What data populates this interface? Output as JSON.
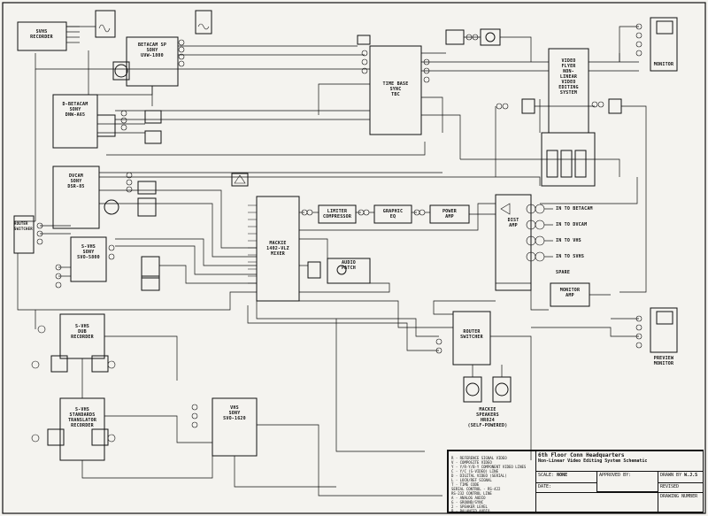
{
  "drawing": {
    "title_line1": "6th Floor Conn Headquarters",
    "title_line2": "Non-Linear Video Editing System  Schematic",
    "scale_label": "SCALE:",
    "scale_value": "NONE",
    "approved_label": "APPROVED BY:",
    "drawn_label": "DRAWN BY",
    "drawn_value": "W.J.S",
    "date_label": "DATE:",
    "revised_label": "REVISED",
    "drawing_number_label": "DRAWING NUMBER"
  },
  "legend": [
    "R - REFERENCE SIGNAL VIDEO",
    "V - COMPOSITE VIDEO",
    "Y - Y/R-Y/B-Y COMPONENT VIDEO LINES",
    "C - Y/C (S-VIDEO) LINE",
    "D - DIGITAL VIDEO (SERIAL)",
    "L - LOCK/REF SIGNAL",
    "T - TIME CODE",
    "SERIAL CONTROL - RS-422",
    "RS-232 CONTROL LINE",
    "A - ANALOG AUDIO",
    "G - GROUND/SYNC",
    "2 - SPEAKER LEVEL",
    "B - BALANCED AUDIO"
  ],
  "blocks": {
    "source_deck": "SVHS\nRECORDER",
    "top_recorder": "BETACAM SP\nSONY\nUVW-1800",
    "recorder_1": "D-BETACAM\nSONY\nDNW-A65",
    "recorder_2": "DVCAM\nSONY\nDSR-85",
    "recorder_3": "S-VHS\nSONY\nSVO-5800",
    "tbc": "TIME BASE\nSYNC\nTBC",
    "video_flyer": "VIDEO\nFLYER\nNON-\nLINEAR\nVIDEO\nEDITING\nSYSTEM",
    "audio_mixer": "MACKIE\n1402-VLZ\nMIXER",
    "limiter": "LIMITER\nCOMPRESSOR",
    "eq": "GRAPHIC\nEQ",
    "amplifier": "POWER\nAMP",
    "patch": "AUDIO\nPATCH",
    "distribution": "DIST\nAMP",
    "monitor_audio": "MONITOR\nAMP",
    "speakers": "MACKIE\nSPEAKERS\nHR824\n(SELF-POWERED)",
    "svhs_dub": "S-VHS\nDUB\nRECORDER",
    "svhs_standards": "S-VHS\nSTANDARDS\nTRANSLATOR\nRECORDER",
    "vhs_bottom": "VHS\nSONY\nSVO-1620",
    "switcher": "ROUTER\nSWITCHER",
    "monitor_top": "MONITOR",
    "monitor_right": "PREVIEW\nMONITOR",
    "out_labels": [
      "IN TO BETACAM",
      "IN TO DVCAM",
      "IN TO VHS",
      "IN TO SVHS",
      "SPARE"
    ]
  }
}
